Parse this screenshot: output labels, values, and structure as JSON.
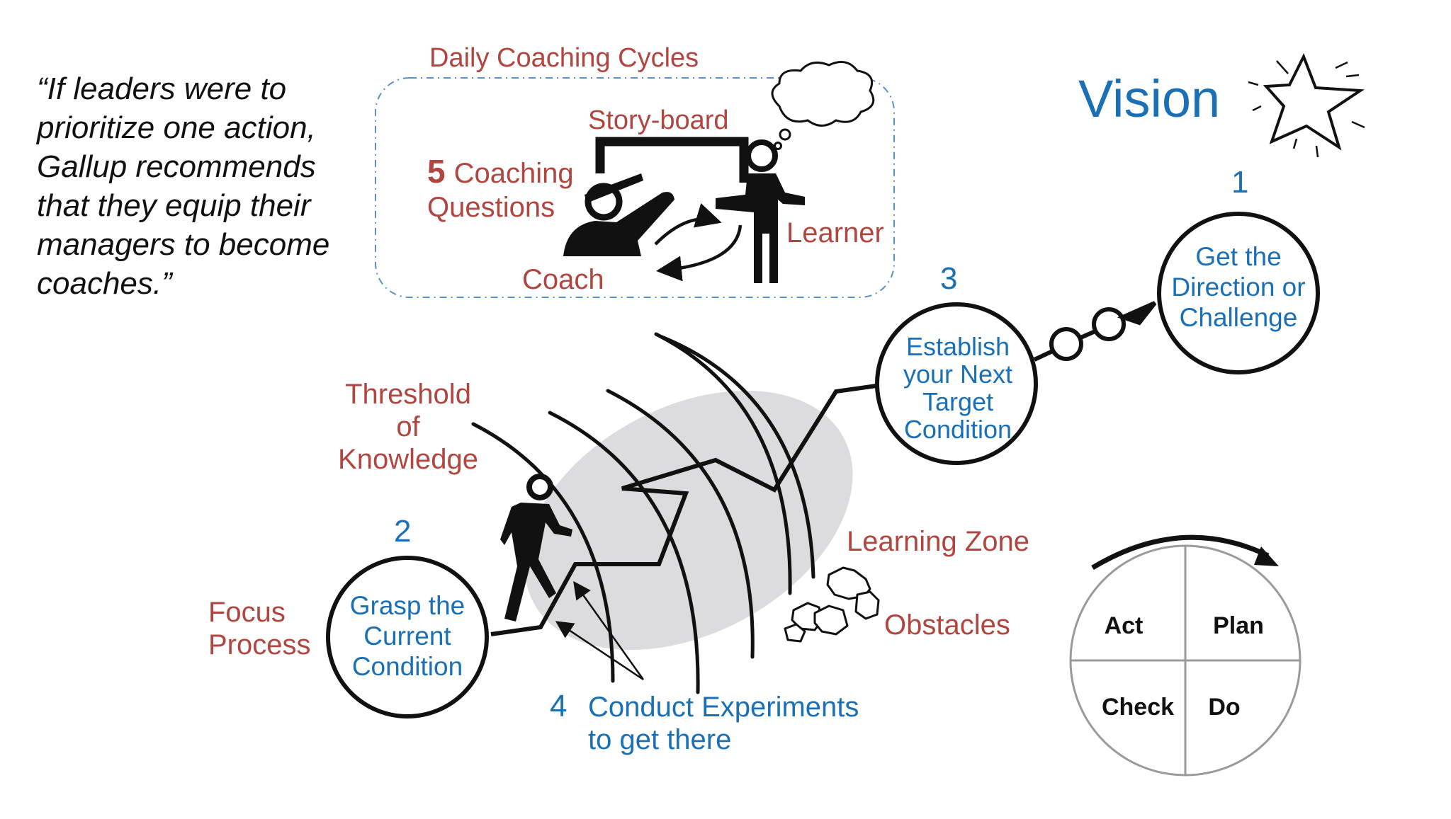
{
  "colors": {
    "red": "#B0463F",
    "blue": "#1A6FB5",
    "black": "#111111",
    "zone": "#DCDBDD",
    "pdca_lines": "#9A9A9A"
  },
  "quote": {
    "lines": [
      "“If leaders were to",
      "prioritize one action,",
      "Gallup recommends",
      "that they equip their",
      "managers to become",
      "coaches.”"
    ]
  },
  "coaching": {
    "title": "Daily Coaching Cycles",
    "storyboard": "Story-board",
    "questions_number": "5",
    "questions_line1": "Coaching",
    "questions_line2": "Questions",
    "learner": "Learner",
    "coach": "Coach"
  },
  "vision": {
    "title": "Vision",
    "icon": "star-icon"
  },
  "steps": {
    "step1": {
      "number": "1",
      "lines": [
        "Get the",
        "Direction or",
        "Challenge"
      ]
    },
    "step2": {
      "number": "2",
      "lines": [
        "Grasp the",
        "Current",
        "Condition"
      ]
    },
    "step3": {
      "number": "3",
      "lines": [
        "Establish",
        "your Next",
        "Target",
        "Condition"
      ]
    },
    "step4": {
      "number": "4",
      "lines": [
        "Conduct Experiments",
        "to get there"
      ]
    }
  },
  "labels": {
    "threshold": [
      "Threshold",
      "of",
      "Knowledge"
    ],
    "focus": [
      "Focus",
      "Process"
    ],
    "learning_zone": "Learning Zone",
    "obstacles": "Obstacles"
  },
  "pdca": {
    "act": "Act",
    "plan": "Plan",
    "check": "Check",
    "do": "Do"
  }
}
